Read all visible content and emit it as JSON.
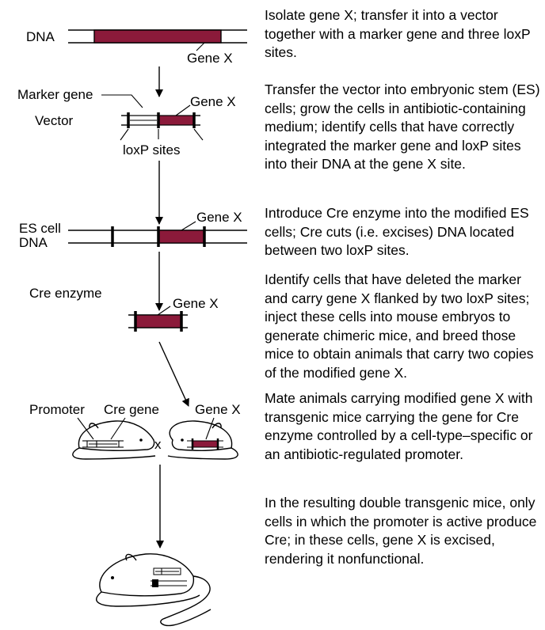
{
  "colors": {
    "gene": "#8b1a3a",
    "ink": "#000000",
    "background": "#ffffff"
  },
  "labels": {
    "dna": "DNA",
    "gene_x": "Gene X",
    "marker_gene": "Marker gene",
    "vector": "Vector",
    "loxp_sites": "loxP sites",
    "es_cell": "ES cell",
    "es_dna": "DNA",
    "cre_enzyme": "Cre enzyme",
    "promoter": "Promoter",
    "cre_gene": "Cre gene",
    "cross": "x"
  },
  "steps": [
    {
      "text": "Isolate gene X; transfer it into a vector together with a marker gene and three loxP sites."
    },
    {
      "text": "Transfer the vector into embryonic stem (ES) cells; grow the cells in antibiotic-containing medium; identify cells that have correctly integrated the marker gene and loxP sites into their DNA at the gene X site."
    },
    {
      "text": "Introduce Cre enzyme into the modified ES cells; Cre cuts (i.e. excises) DNA located between two loxP sites."
    },
    {
      "text": "Identify cells that have deleted the marker and carry gene X flanked by two loxP sites; inject these cells into mouse embryos to generate chimeric mice, and breed those mice to obtain animals that carry two copies of the modified gene X."
    },
    {
      "text": "Mate animals carrying modified gene X with transgenic mice carrying the gene for Cre enzyme controlled by a cell-type–specific or an antibiotic-regulated promoter."
    },
    {
      "text": "In the resulting double transgenic mice, only cells in which the promoter is active produce Cre; in these cells, gene X is excised, rendering it nonfunctional."
    }
  ]
}
